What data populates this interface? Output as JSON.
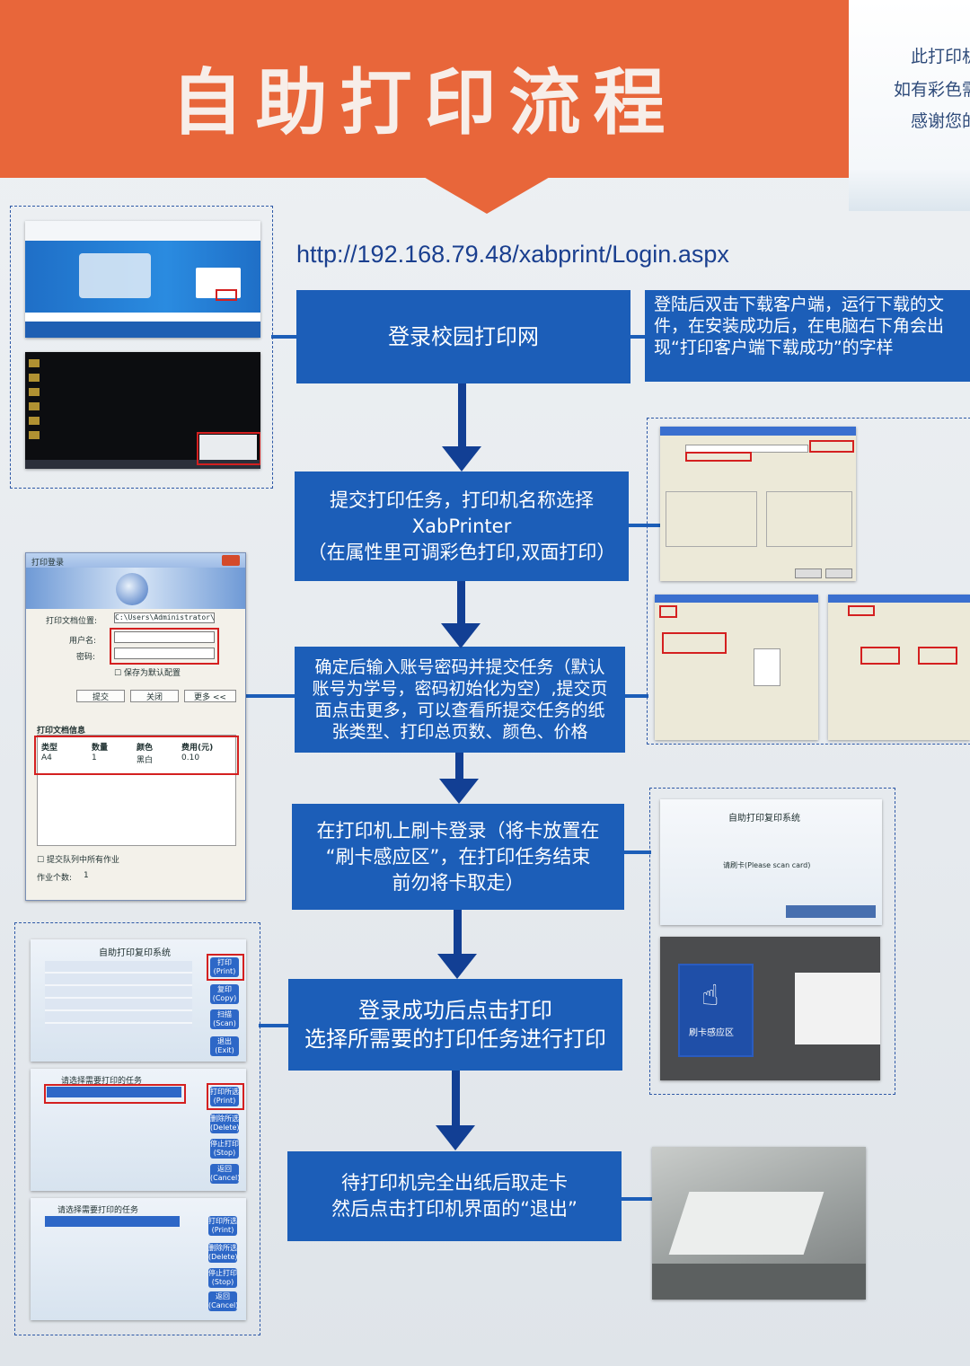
{
  "header": {
    "title": "自助打印流程"
  },
  "notice": {
    "lines": [
      "此打印机",
      "如有彩色需",
      "感谢您的"
    ]
  },
  "url": "http://192.168.79.48/xabprint/Login.aspx",
  "steps": [
    "登录校园打印网",
    "提交打印任务，打印机名称选择\nXabPrinter\n（在属性里可调彩色打印,双面打印）",
    "确定后输入账号密码并提交任务（默认\n账号为学号，密码初始化为空）,提交页\n面点击更多，可以查看所提交任务的纸\n张类型、打印总页数、颜色、价格",
    "在打印机上刷卡登录（将卡放置在\n“刷卡感应区”，在打印任务结束\n前勿将卡取走）",
    "登录成功后点击打印\n选择所需要的打印任务进行打印",
    "待打印机完全出纸后取走卡\n然后点击打印机界面的“退出”"
  ],
  "note": "登陆后双击下载客户端，运行下载的文件，在安装成功后，在电脑右下角会出现“打印客户端下载成功”的字样",
  "login_dialog": {
    "title": "打印登录",
    "doc_location_label": "打印文档位置:",
    "doc_location_value": "C:\\Users\\Administrator\\",
    "username_label": "用户名:",
    "password_label": "密码:",
    "save_default": "保存为默认配置",
    "submit": "提交",
    "close": "关闭",
    "more": "更多 <<",
    "info_title": "打印文档信息",
    "columns": [
      "类型",
      "数量",
      "颜色",
      "费用(元)"
    ],
    "row": [
      "A4",
      "1",
      "黑白",
      "0.10"
    ],
    "submit_queue": "提交队列中所有作业",
    "job_count_label": "作业个数:",
    "job_count": "1"
  },
  "kiosk": {
    "system_title": "自助打印复印系统",
    "scan_card": "请刷卡(Please scan card)",
    "card_area": "刷卡感应区",
    "select_task": "请选择需要打印的任务",
    "buttons": [
      "打印\n(Print)",
      "复印\n(Copy)",
      "扫描\n(Scan)",
      "退出\n(Exit)"
    ],
    "task_buttons": [
      "打印所选\n(Print)",
      "删除所选\n(Delete)",
      "停止打印\n(Stop)",
      "返回\n(Cancel)"
    ]
  },
  "colors": {
    "header": "#e8663a",
    "step": "#1c5eb8",
    "arrow": "#123f94",
    "highlight": "#d42020"
  }
}
